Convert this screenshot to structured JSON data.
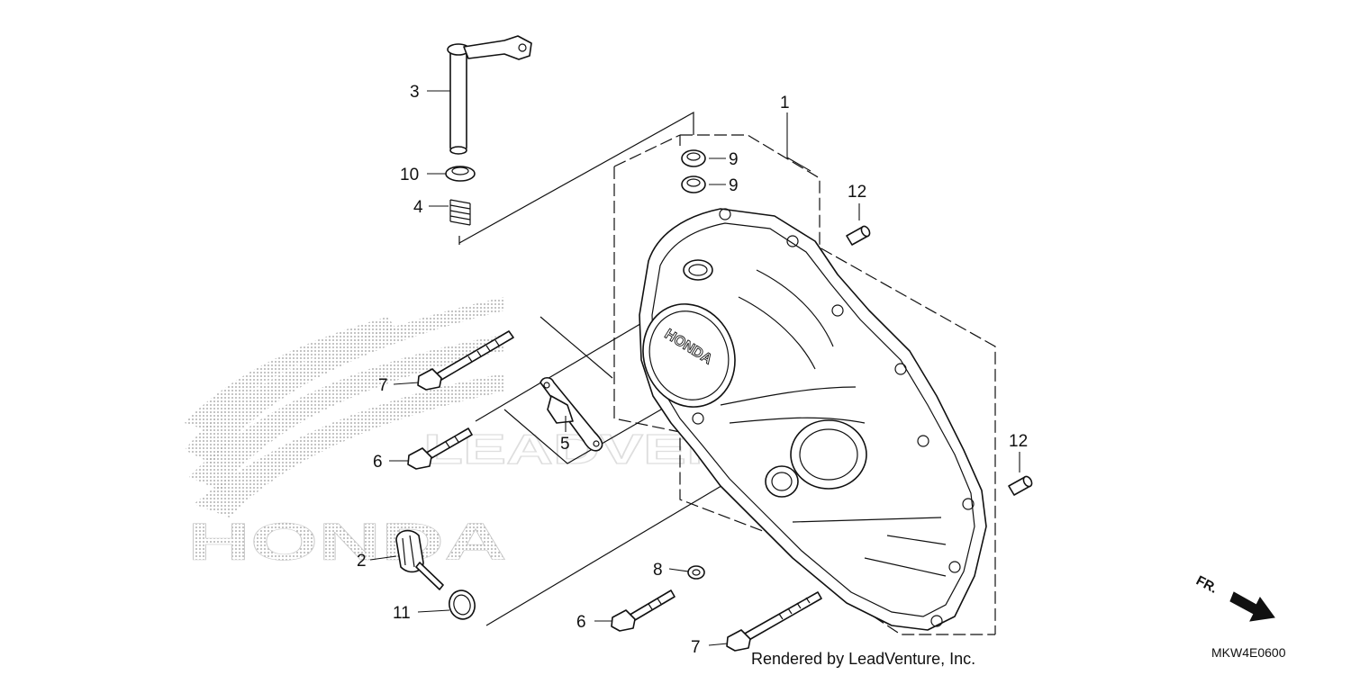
{
  "diagram": {
    "callouts": [
      {
        "id": "c1",
        "label": "1"
      },
      {
        "id": "c2",
        "label": "2"
      },
      {
        "id": "c3",
        "label": "3"
      },
      {
        "id": "c4",
        "label": "4"
      },
      {
        "id": "c5",
        "label": "5"
      },
      {
        "id": "c6a",
        "label": "6"
      },
      {
        "id": "c6b",
        "label": "6"
      },
      {
        "id": "c7a",
        "label": "7"
      },
      {
        "id": "c7b",
        "label": "7"
      },
      {
        "id": "c8",
        "label": "8"
      },
      {
        "id": "c9a",
        "label": "9"
      },
      {
        "id": "c9b",
        "label": "9"
      },
      {
        "id": "c10",
        "label": "10"
      },
      {
        "id": "c11",
        "label": "11"
      },
      {
        "id": "c12a",
        "label": "12"
      },
      {
        "id": "c12b",
        "label": "12"
      }
    ],
    "direction_label": "FR.",
    "brand_mark": "HONDA",
    "cover_emblem": "HONDA",
    "watermark": "LEADVENTURE",
    "credit": "Rendered by LeadVenture, Inc.",
    "diagram_code": "MKW4E0600"
  }
}
